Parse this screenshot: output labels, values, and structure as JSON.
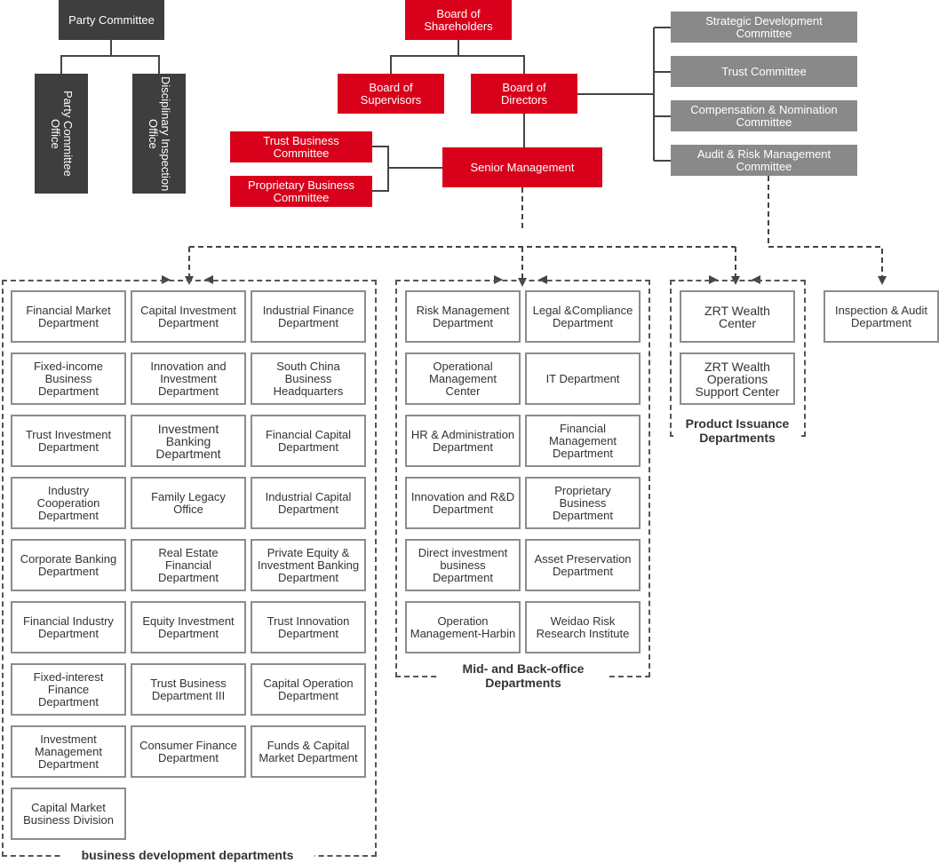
{
  "party": {
    "committee": "Party Committee",
    "office": "Party Committee Office",
    "disciplinary": "Disciplinary Inspection Office"
  },
  "governance": {
    "shareholders": "Board of\nShareholders",
    "supervisors": "Board of\nSupervisors",
    "directors": "Board of\nDirectors",
    "senior_management": "Senior Management",
    "trust_business_committee": "Trust Business\nCommittee",
    "proprietary_business_committee": "Proprietary Business\nCommittee"
  },
  "board_committees": [
    "Strategic Development\nCommittee",
    "Trust Committee",
    "Compensation & Nomination\nCommittee",
    "Audit & Risk Management\nCommittee"
  ],
  "business_departments": [
    "Financial Market\nDepartment",
    "Capital Investment\nDepartment",
    "Industrial Finance\nDepartment",
    "Fixed-income\nBusiness\nDepartment",
    "Innovation and\nInvestment\nDepartment",
    "South China\nBusiness\nHeadquarters",
    "Trust Investment\nDepartment",
    "Investment\nBanking\nDepartment",
    "Financial Capital\nDepartment",
    "Industry\nCooperation\nDepartment",
    "Family Legacy\nOffice",
    "Industrial Capital\nDepartment",
    "Corporate Banking\nDepartment",
    "Real Estate\nFinancial\nDepartment",
    "Private Equity &\nInvestment Banking\nDepartment",
    "Financial Industry\nDepartment",
    "Equity Investment\nDepartment",
    "Trust Innovation\nDepartment",
    "Fixed-interest\nFinance\nDepartment",
    "Trust Business\nDepartment III",
    "Capital Operation\nDepartment",
    "Investment\nManagement\nDepartment",
    "Consumer Finance\nDepartment",
    "Funds & Capital\nMarket Department",
    "Capital Market\nBusiness Division"
  ],
  "mid_back_departments": [
    "Risk Management\nDepartment",
    "Legal &Compliance\nDepartment",
    "Operational\nManagement\nCenter",
    "IT Department",
    "HR & Administration\nDepartment",
    "Financial\nManagement\nDepartment",
    "Innovation and R&D\nDepartment",
    "Proprietary\nBusiness\nDepartment",
    "Direct investment\nbusiness\nDepartment",
    "Asset Preservation\nDepartment",
    "Operation\nManagement-Harbin",
    "Weidao Risk\nResearch Institute"
  ],
  "product_departments": [
    "ZRT Wealth\nCenter",
    "ZRT Wealth\nOperations\nSupport Center"
  ],
  "inspection_audit": "Inspection & Audit\nDepartment",
  "group_labels": {
    "business": "business development departments",
    "mid_back": "Mid- and Back-office\nDepartments",
    "product": "Product Issuance\nDepartments"
  },
  "colors": {
    "red": "#d9001b",
    "gray": "#898989",
    "dark": "#3e3e3e",
    "border": "#8c8c8c"
  }
}
